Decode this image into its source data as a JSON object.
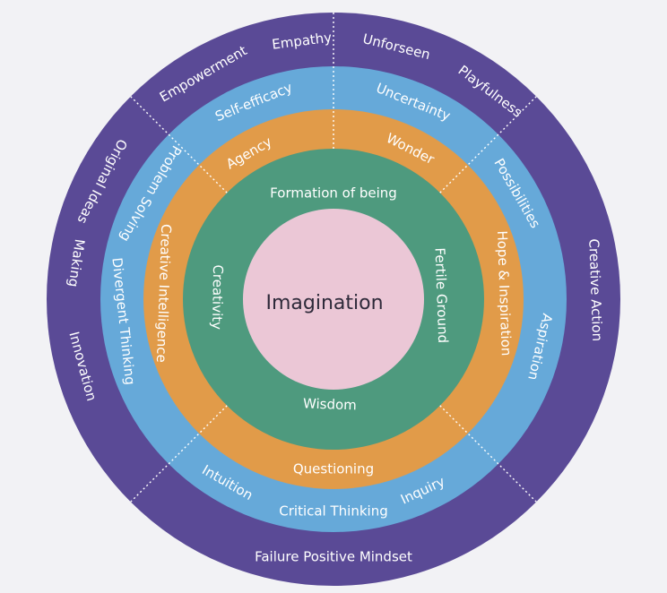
{
  "colors": {
    "background": "#f2f2f5",
    "outer_ring": "#5a4a96",
    "blue_ring": "#66a9d9",
    "orange_ring": "#e19b49",
    "green_ring": "#4e9a7e",
    "center": "#ebc7d6",
    "text": "#ffffff",
    "center_text": "#2e2a3a"
  },
  "center": {
    "label": "Imagination"
  },
  "rings": {
    "green": {
      "labels": [
        "Formation of being",
        "Fertile Ground",
        "Wisdom",
        "Creativity"
      ]
    },
    "orange": {
      "labels": [
        "Agency",
        "Wonder",
        "Hope & Inspiration",
        "Questioning",
        "Creative Intelligence"
      ]
    },
    "blue": {
      "labels": [
        "Self-efficacy",
        "Uncertainty",
        "Possibilities",
        "Aspiration",
        "Inquiry",
        "Critical Thinking",
        "Intuition",
        "Divergent Thinking",
        "Problem Solving"
      ]
    },
    "outer": {
      "labels": [
        "Empowerment",
        "Empathy",
        "Unforseen",
        "Playfulness",
        "Creative Action",
        "Failure Positive Mindset",
        "Innovation",
        "Making",
        "Original Ideas"
      ]
    }
  }
}
